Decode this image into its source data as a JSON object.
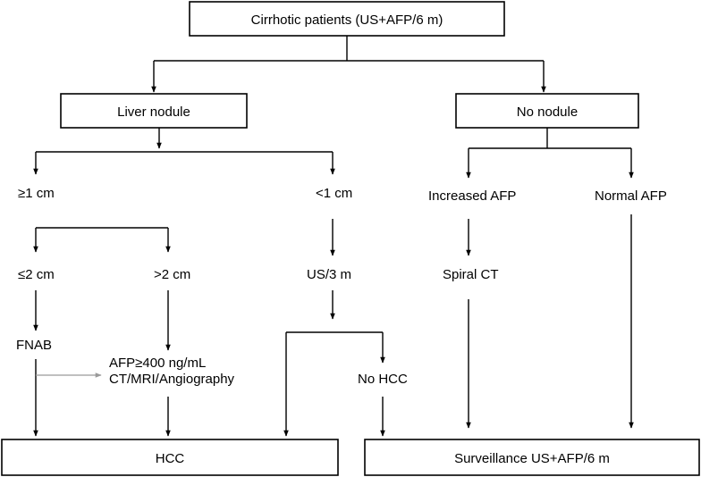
{
  "boxes": {
    "root": "Cirrhotic patients (US+AFP/6 m)",
    "liver_nodule": "Liver nodule",
    "no_nodule": "No nodule",
    "hcc": "HCC",
    "surveillance": "Surveillance US+AFP/6 m"
  },
  "labels": {
    "ge_1cm": "≥1 cm",
    "lt_1cm": "<1 cm",
    "le_2cm": "≤2 cm",
    "gt_2cm": ">2 cm",
    "fnab": "FNAB",
    "afp_400": "AFP≥400 ng/mL",
    "imaging": "CT/MRI/Angiography",
    "us_3m": "US/3 m",
    "no_hcc": "No HCC",
    "increased_afp": "Increased AFP",
    "normal_afp": "Normal AFP",
    "spiral_ct": "Spiral CT"
  },
  "colors": {
    "line": "#000000",
    "fnab_arrow": "#9a9a9a"
  }
}
